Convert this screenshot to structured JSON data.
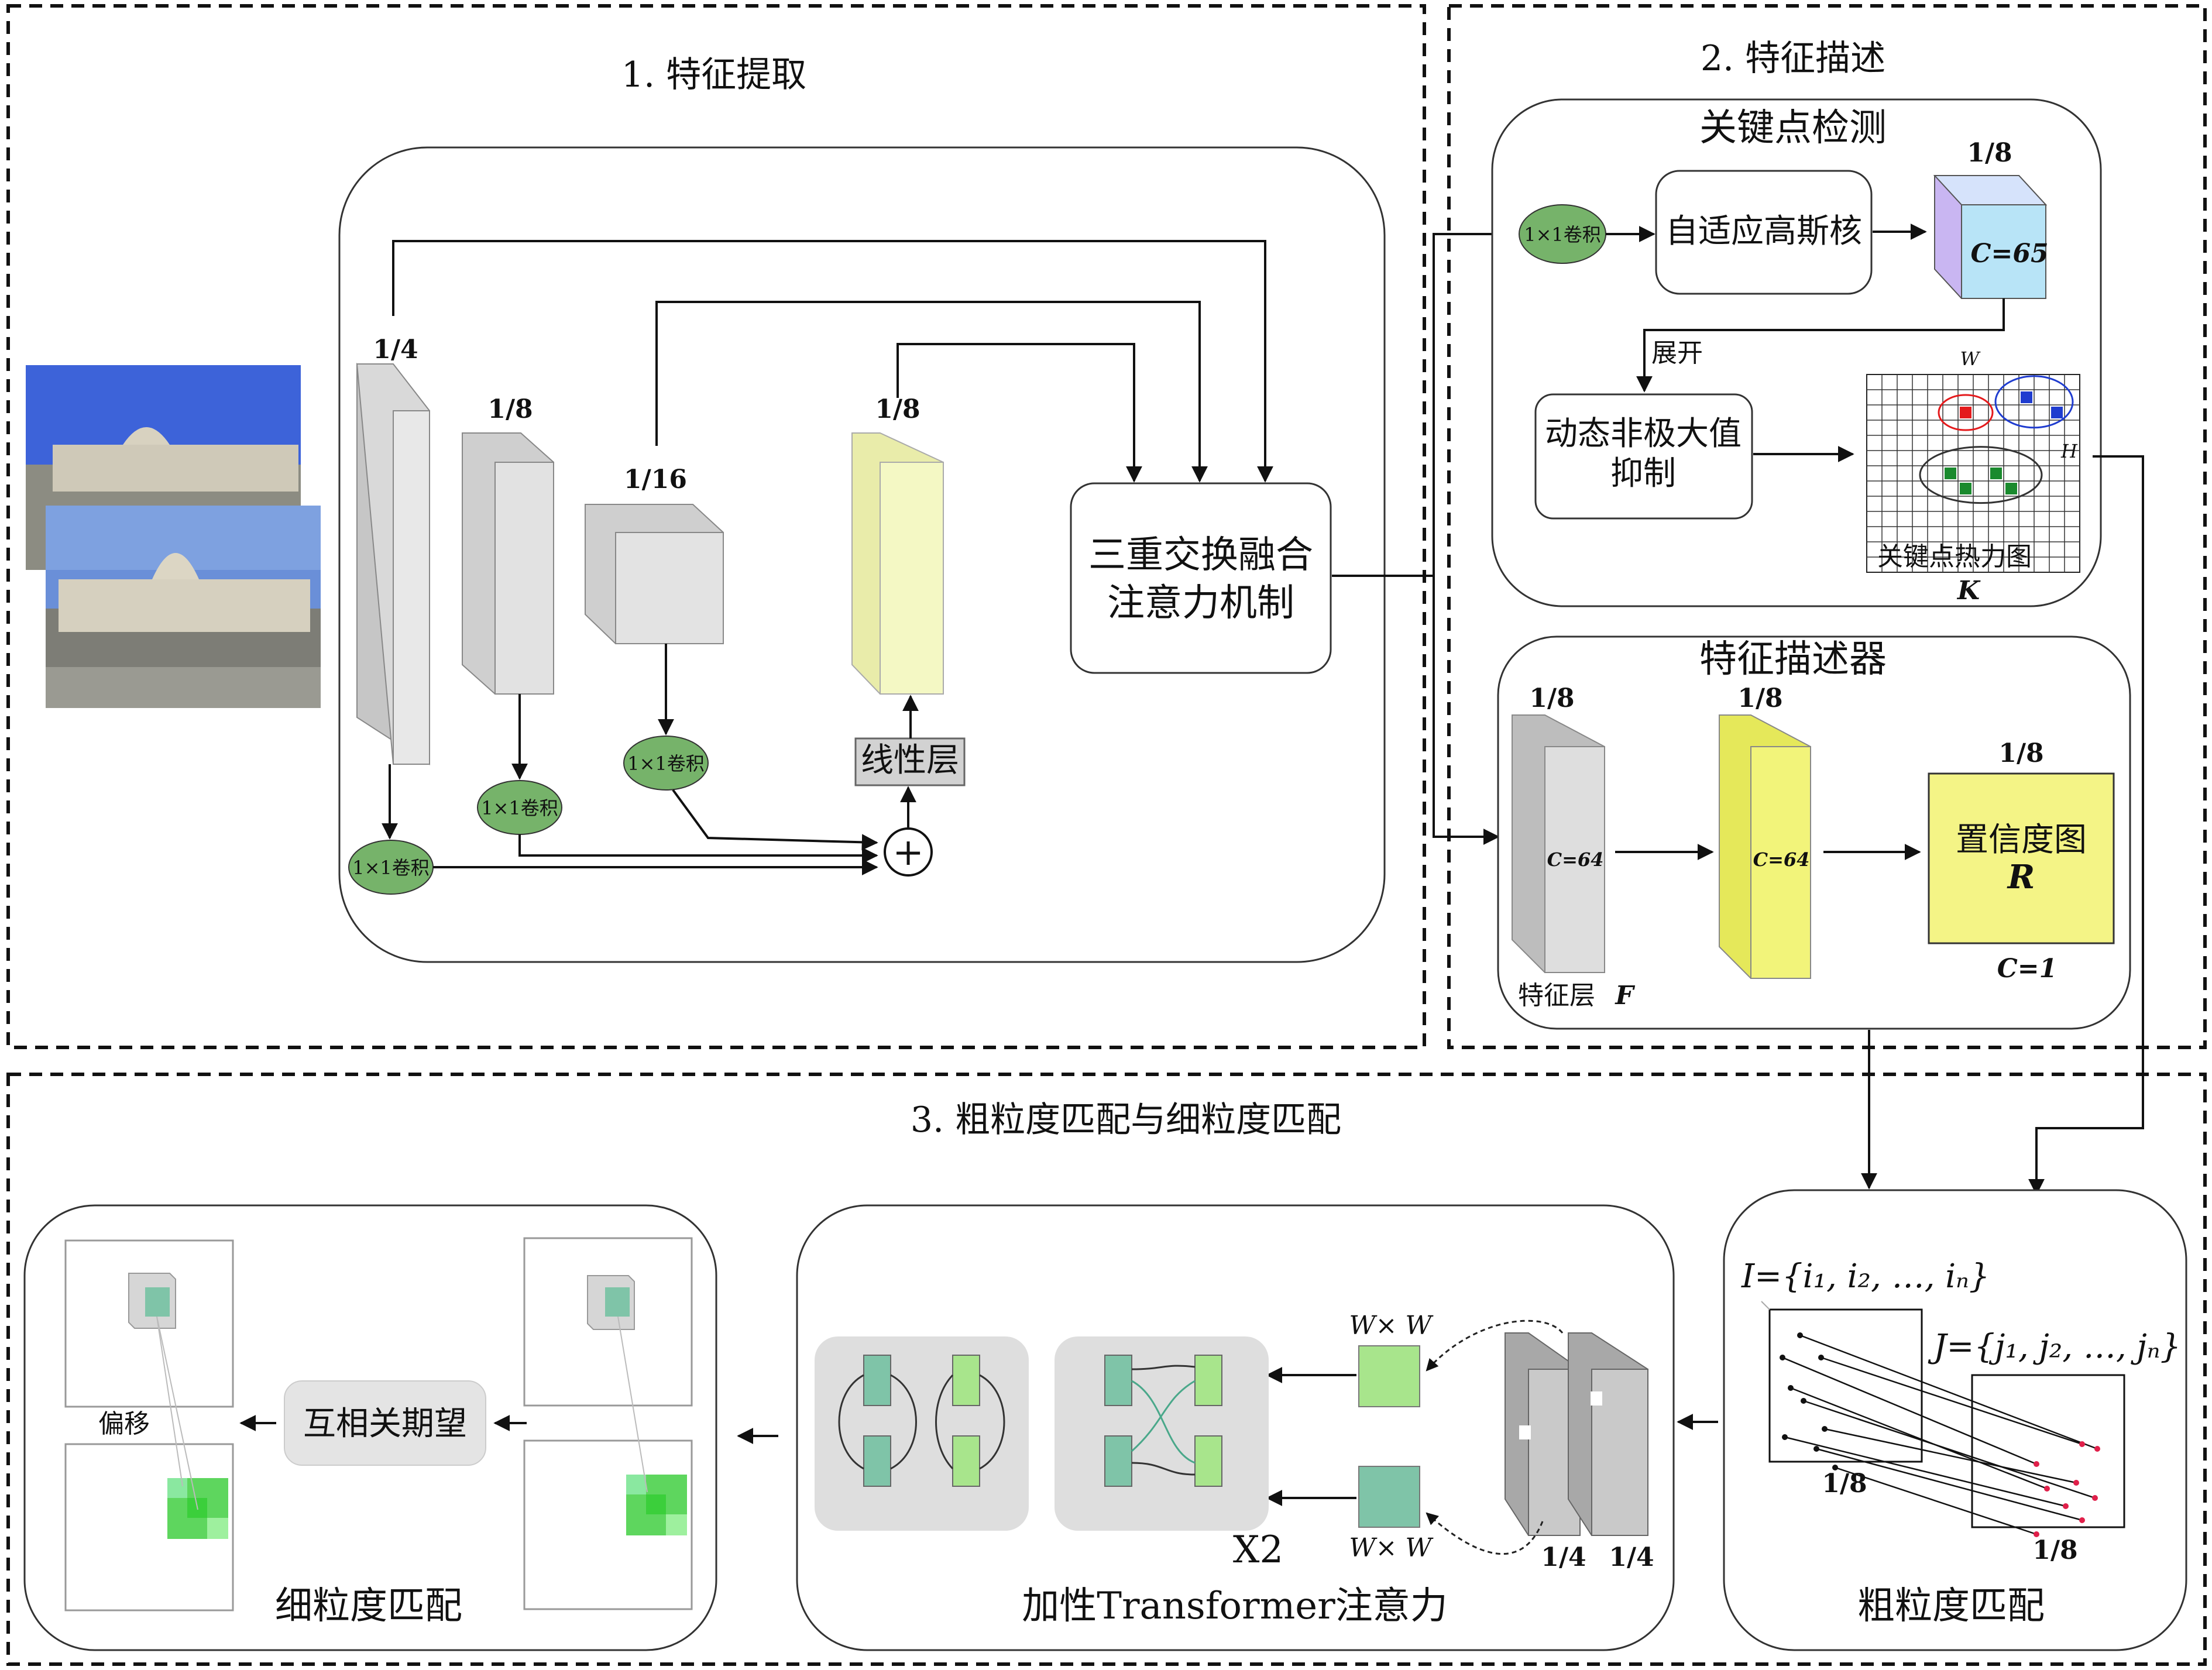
{
  "sections": {
    "s1": "1. 特征提取",
    "s2": "2. 特征描述",
    "s3": "3. 粗粒度匹配与细粒度匹配"
  },
  "extraction": {
    "scales": [
      "1/4",
      "1/8",
      "1/16",
      "1/8"
    ],
    "conv_label": "1×1卷积",
    "linear_label": "线性层",
    "plus": "+",
    "attention_line1": "三重交换融合",
    "attention_line2": "注意力机制"
  },
  "keypoint": {
    "title": "关键点检测",
    "conv_label": "1×1卷积",
    "gaussian": "自适应高斯核",
    "scale": "1/8",
    "channels": "C=65",
    "unfold": "展开",
    "nms_line1": "动态非极大值",
    "nms_line2": "抑制",
    "heatmap_label": "关键点热力图",
    "heatmap_symbol": "K",
    "w_label": "W",
    "h_label": "H"
  },
  "descriptor": {
    "title": "特征描述器",
    "scale_a": "1/8",
    "scale_b": "1/8",
    "scale_c": "1/8",
    "channels_a": "C=64",
    "channels_b": "C=64",
    "feature_label": "特征层",
    "feature_symbol": "F",
    "conf_label": "置信度图",
    "conf_symbol": "R",
    "conf_channels": "C=1"
  },
  "coarse": {
    "title": "粗粒度匹配",
    "set_i": "I={i₁, i₂, …, iₙ}",
    "set_j": "J={j₁, j₂, …, jₙ}",
    "scale_a": "1/8",
    "scale_b": "1/8"
  },
  "transformer": {
    "title": "加性Transformer注意力",
    "window_top": "W× W",
    "window_bottom": "W× W",
    "repeat": "X2",
    "scale_a": "1/4",
    "scale_b": "1/4"
  },
  "fine": {
    "title": "细粒度匹配",
    "expectation": "互相关期望",
    "offset": "偏移"
  },
  "colors": {
    "conv_green": "#76b36a",
    "feature_yellow": "#f3f7b8",
    "yellow_bright": "#f2f47a",
    "cube_cyan": "#b8e4f7",
    "cube_purple": "#c9b6f2",
    "conf_yellow": "#f4f486",
    "gray_face": "#d9d9d9",
    "gray_dark": "#b8b8b8",
    "teal": "#7fc4a8",
    "light_green": "#a8e58c"
  }
}
